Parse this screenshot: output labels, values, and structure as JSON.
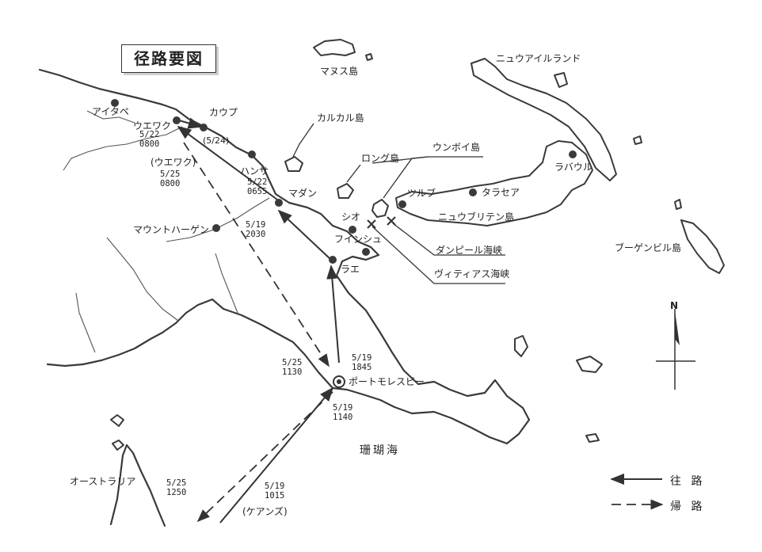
{
  "title": "径路要図",
  "sea_label": "珊瑚海",
  "legend": {
    "outbound": "往 路",
    "return": "帰 路"
  },
  "north_symbol": "N",
  "places": {
    "aitape": "アイタペ",
    "wewak": "ウエワク",
    "wewak_paren": "(ウエワク)",
    "kaup": "カウプ",
    "hansa": "ハンサ",
    "madang": "マダン",
    "mount_hagen": "マウントハーゲン",
    "sio": "シオ",
    "finschhafen": "フインシュ",
    "lae": "ラエ",
    "port_moresby": "ポートモレスビー",
    "australia": "オーストラリア",
    "cairns": "(ケアンズ)",
    "manus": "マヌス島",
    "new_ireland": "ニュウアイルランド",
    "karkar": "カルカル島",
    "long_island": "ロング島",
    "umboi": "ウンボイ島",
    "tulubu": "ツルブ",
    "talasea": "タラセア",
    "rabaul": "ラバウル",
    "new_britain": "ニュウブリテン島",
    "dampier_strait": "ダンピール海峡",
    "vitiaz_strait": "ヴィティアス海峡",
    "bougainville": "ブーゲンビル島"
  },
  "dates": {
    "wewak_0522": [
      "5/22",
      "0800"
    ],
    "kaup_0524": "(5/24)",
    "wewak_0525": [
      "5/25",
      "0800"
    ],
    "madang_0522": [
      "5/22",
      "0655"
    ],
    "madang_0519": [
      "5/19",
      "2030"
    ],
    "pm_0525": [
      "5/25",
      "1130"
    ],
    "pm_0519_1845": [
      "5/19",
      "1845"
    ],
    "pm_0519_1140": [
      "5/19",
      "1140"
    ],
    "cairns_0519": [
      "5/19",
      "1015"
    ],
    "australia_0525": [
      "5/25",
      "1250"
    ]
  }
}
